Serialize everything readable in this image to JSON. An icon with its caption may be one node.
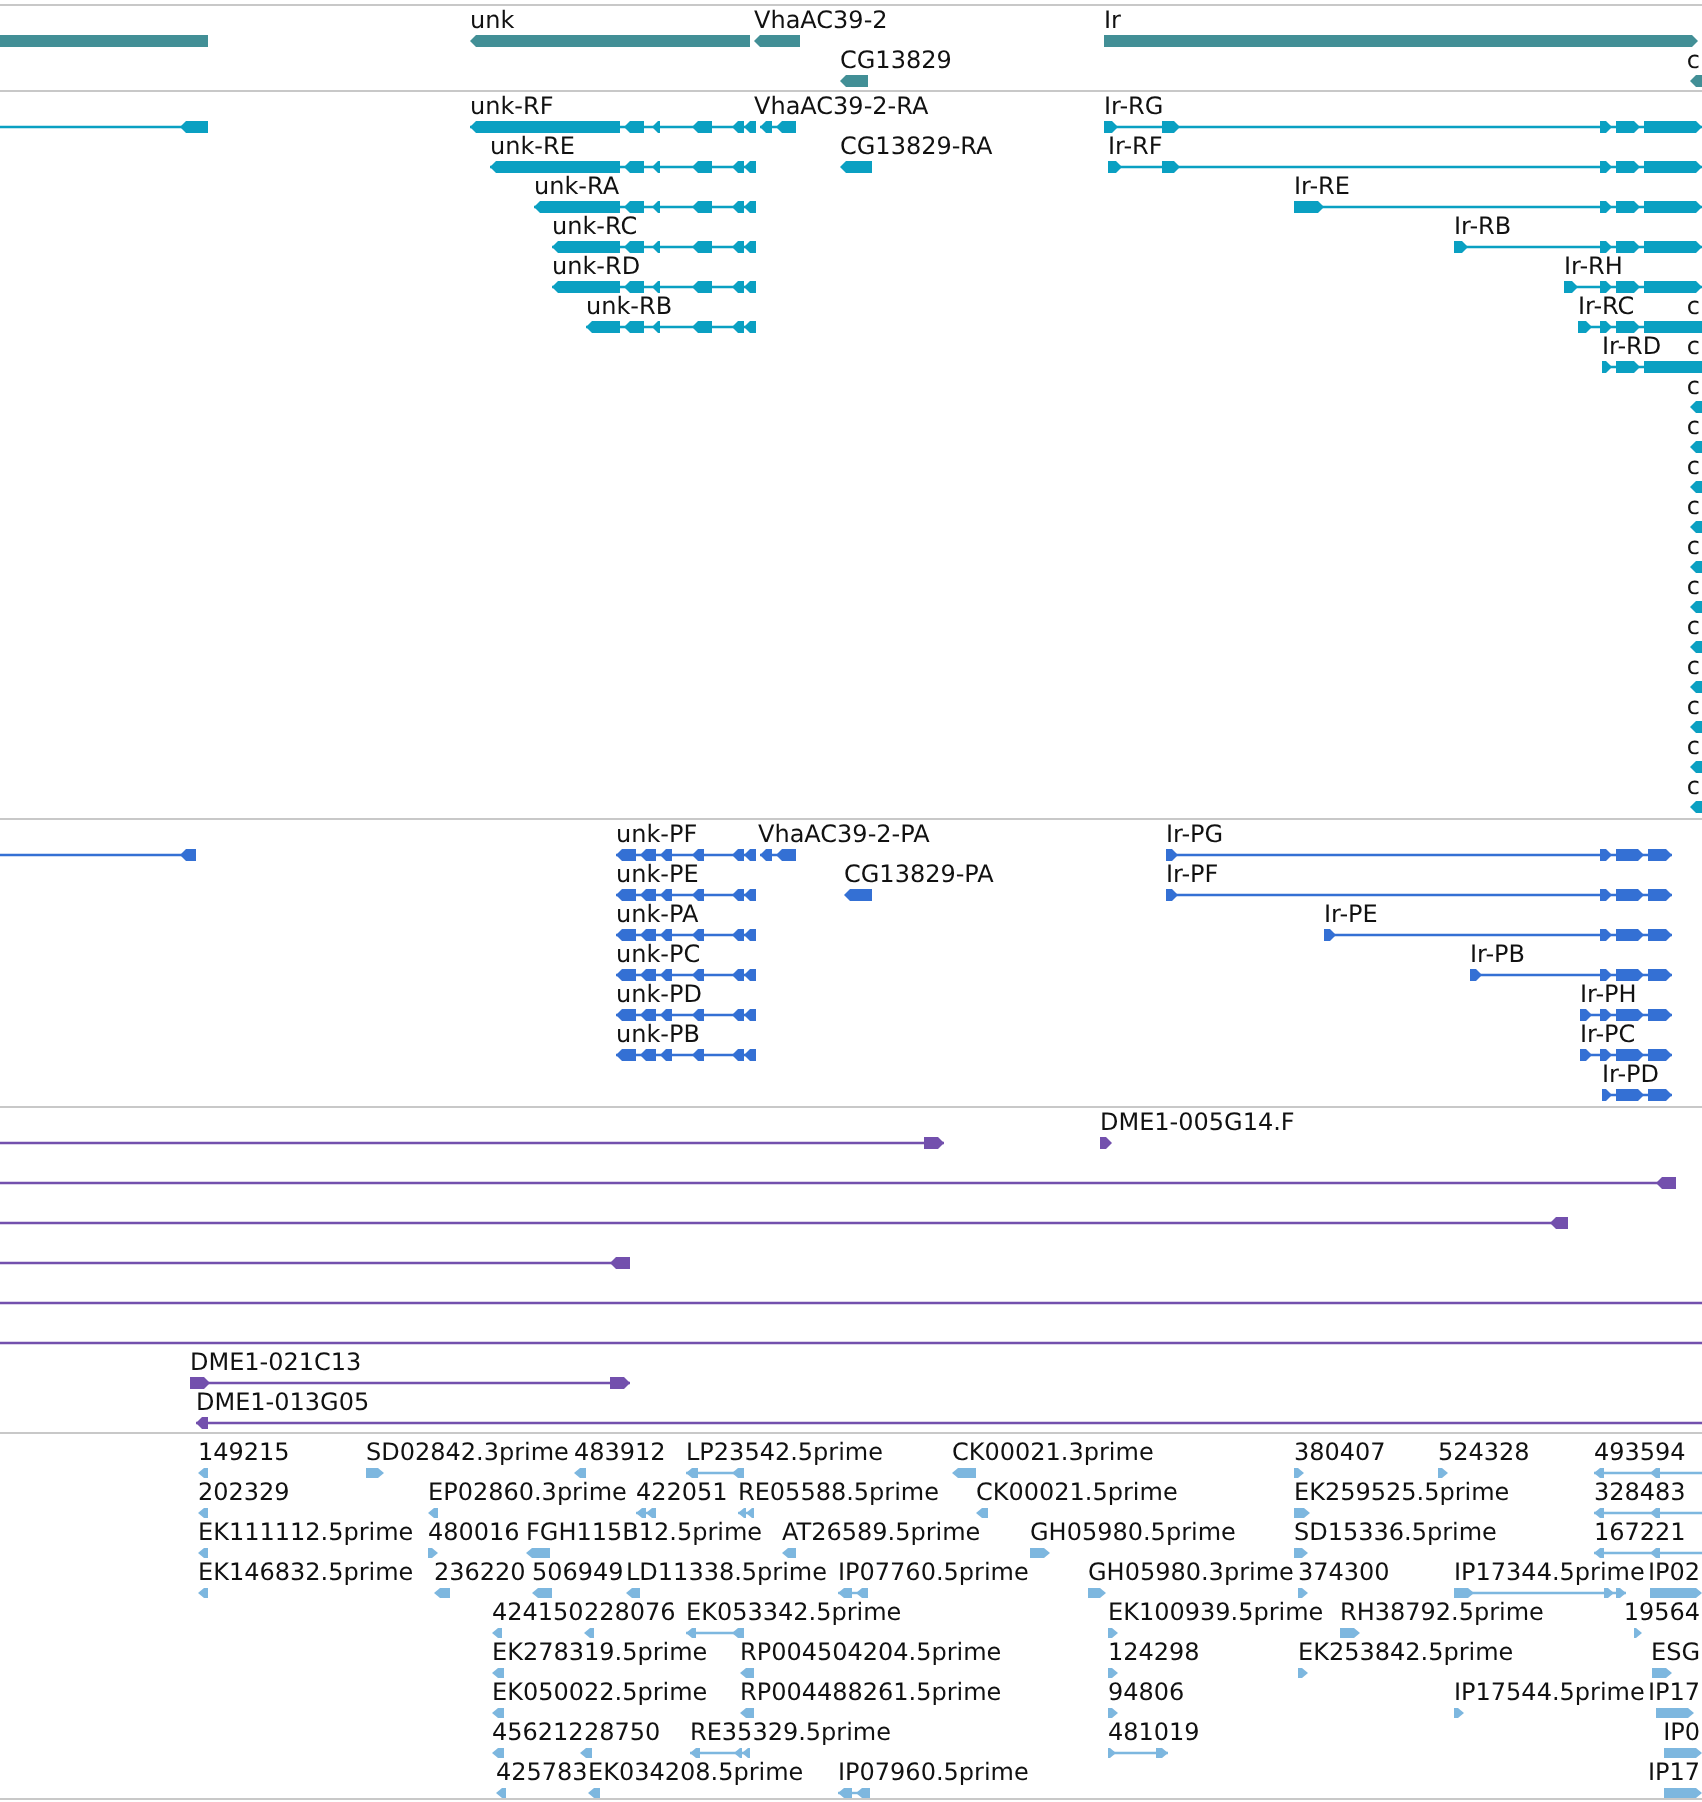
{
  "diagram": {
    "labels": [
      "unk",
      "VhaAC39-2",
      "Ir",
      "CG13829",
      "c",
      "unk-RF",
      "VhaAC39-2-RA",
      "Ir-RG",
      "unk-RE",
      "CG13829-RA",
      "Ir-RF",
      "unk-RA",
      "Ir-RE",
      "unk-RC",
      "Ir-RB",
      "unk-RD",
      "Ir-RH",
      "unk-RB",
      "Ir-RC",
      "c",
      "Ir-RD",
      "c",
      "c",
      "c",
      "c",
      "c",
      "c",
      "c",
      "c",
      "c",
      "c",
      "c",
      "c",
      "unk-PF",
      "VhaAC39-2-PA",
      "Ir-PG",
      "unk-PE",
      "CG13829-PA",
      "Ir-PF",
      "unk-PA",
      "Ir-PE",
      "unk-PC",
      "Ir-PB",
      "unk-PD",
      "Ir-PH",
      "unk-PB",
      "Ir-PC",
      "Ir-PD",
      "DME1-005G14.F",
      "DME1-021C13",
      "DME1-013G05",
      "149215",
      "SD02842.3prime",
      "483912",
      "LP23542.5prime",
      "CK00021.3prime",
      "380407",
      "524328",
      "493594",
      "202329",
      "EP02860.3prime",
      "422051",
      "RE05588.5prime",
      "CK00021.5prime",
      "EK259525.5prime",
      "328483",
      "EK111112.5prime",
      "480016",
      "FGH115B12.5prime",
      "AT26589.5prime",
      "GH05980.5prime",
      "SD15336.5prime",
      "167221",
      "EK146832.5prime",
      "236220",
      "506949",
      "LD11338.5prime",
      "IP07760.5prime",
      "GH05980.3prime",
      "374300",
      "IP17344.5prime",
      "IP02",
      "424150",
      "228076",
      "EK053342.5prime",
      "EK100939.5prime",
      "RH38792.5prime",
      "19564",
      "EK278319.5prime",
      "RP004504204.5prime",
      "124298",
      "EK253842.5prime",
      "ESG",
      "EK050022.5prime",
      "RP004488261.5prime",
      "94806",
      "IP17544.5prime",
      "IP17",
      "456212",
      "28750",
      "RE35329.5prime",
      "481019",
      "IP0",
      "425783",
      "EK034208.5prime",
      "IP07960.5prime",
      "IP17"
    ]
  }
}
